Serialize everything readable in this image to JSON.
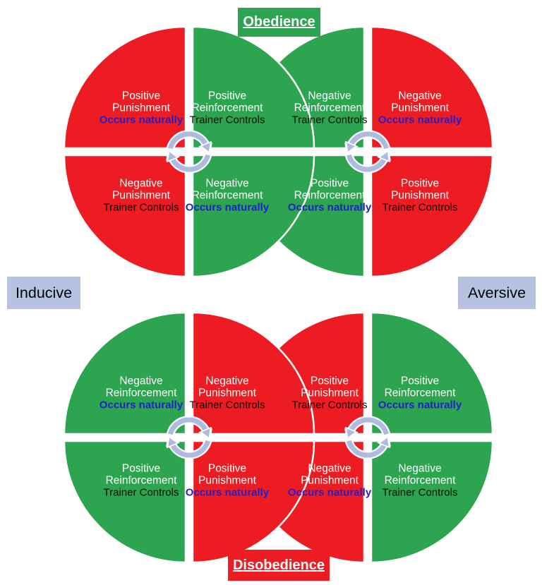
{
  "colors": {
    "red": "#ED1B22",
    "green": "#2DA44F",
    "label_box": "#B6C2E2",
    "arrow": "#AEBBDF",
    "blue_text": "#2020CF",
    "black_text": "#0A0A0A"
  },
  "headers": {
    "top": {
      "text": "Obedience",
      "bg": "#2DA44F",
      "text_color": "#FFFFFF"
    },
    "bottom": {
      "text": "Disobedience",
      "bg": "#ED1B22",
      "text_color": "#FFFFFF"
    },
    "left": {
      "text": "Inducive",
      "bg": "#B6C2E2",
      "text_color": "#000000"
    },
    "right": {
      "text": "Aversive",
      "bg": "#B6C2E2",
      "text_color": "#000000"
    }
  },
  "center_icon": {
    "name": "cycle-arrows-icon",
    "color": "#AEBBDF"
  },
  "circles": [
    {
      "id": "obedience-inducive",
      "position": "top-left",
      "cycle_direction": "clockwise",
      "quadrants": {
        "tl": {
          "line1": "Positive",
          "line2": "Punishment",
          "line3": "Occurs naturally",
          "fill": "#ED1B22",
          "line3_color": "#2020CF",
          "line3_weight": "bold"
        },
        "tr": {
          "line1": "Positive",
          "line2": "Reinforcement",
          "line3": "Trainer Controls",
          "fill": "#2DA44F",
          "line3_color": "#0A0A0A",
          "line3_weight": "normal"
        },
        "bl": {
          "line1": "Negative",
          "line2": "Punishment",
          "line3": "Trainer Controls",
          "fill": "#ED1B22",
          "line3_color": "#0A0A0A",
          "line3_weight": "normal"
        },
        "br": {
          "line1": "Negative",
          "line2": "Reinforcement",
          "line3": "Occurs naturally",
          "fill": "#2DA44F",
          "line3_color": "#2020CF",
          "line3_weight": "bold"
        }
      }
    },
    {
      "id": "obedience-aversive",
      "position": "top-right",
      "cycle_direction": "counterclockwise",
      "quadrants": {
        "tl": {
          "line1": "Negative",
          "line2": "Reinforcement",
          "line3": "Trainer Controls",
          "fill": "#2DA44F",
          "line3_color": "#0A0A0A",
          "line3_weight": "normal"
        },
        "tr": {
          "line1": "Negative",
          "line2": "Punishment",
          "line3": "Occurs naturally",
          "fill": "#ED1B22",
          "line3_color": "#2020CF",
          "line3_weight": "bold"
        },
        "bl": {
          "line1": "Positive",
          "line2": "Reinforcement",
          "line3": "Occurs naturally",
          "fill": "#2DA44F",
          "line3_color": "#2020CF",
          "line3_weight": "bold"
        },
        "br": {
          "line1": "Positive",
          "line2": "Punishment",
          "line3": "Trainer Controls",
          "fill": "#ED1B22",
          "line3_color": "#0A0A0A",
          "line3_weight": "normal"
        }
      }
    },
    {
      "id": "disobedience-inducive",
      "position": "bottom-left",
      "cycle_direction": "clockwise",
      "quadrants": {
        "tl": {
          "line1": "Negative",
          "line2": "Reinforcement",
          "line3": "Occurs naturally",
          "fill": "#2DA44F",
          "line3_color": "#2020CF",
          "line3_weight": "bold"
        },
        "tr": {
          "line1": "Negative",
          "line2": "Punishment",
          "line3": "Trainer Controls",
          "fill": "#ED1B22",
          "line3_color": "#0A0A0A",
          "line3_weight": "normal"
        },
        "bl": {
          "line1": "Positive",
          "line2": "Reinforcement",
          "line3": "Trainer Controls",
          "fill": "#2DA44F",
          "line3_color": "#0A0A0A",
          "line3_weight": "normal"
        },
        "br": {
          "line1": "Positive",
          "line2": "Punishment",
          "line3": "Occurs naturally",
          "fill": "#ED1B22",
          "line3_color": "#2020CF",
          "line3_weight": "bold"
        }
      }
    },
    {
      "id": "disobedience-aversive",
      "position": "bottom-right",
      "cycle_direction": "counterclockwise",
      "quadrants": {
        "tl": {
          "line1": "Positive",
          "line2": "Punishment",
          "line3": "Trainer Controls",
          "fill": "#ED1B22",
          "line3_color": "#0A0A0A",
          "line3_weight": "normal"
        },
        "tr": {
          "line1": "Positive",
          "line2": "Reinforcement",
          "line3": "Occurs naturally",
          "fill": "#2DA44F",
          "line3_color": "#2020CF",
          "line3_weight": "bold"
        },
        "bl": {
          "line1": "Negative",
          "line2": "Punishment",
          "line3": "Occurs naturally",
          "fill": "#ED1B22",
          "line3_color": "#2020CF",
          "line3_weight": "bold"
        },
        "br": {
          "line1": "Negative",
          "line2": "Reinforcement",
          "line3": "Trainer Controls",
          "fill": "#2DA44F",
          "line3_color": "#0A0A0A",
          "line3_weight": "normal"
        }
      }
    }
  ]
}
